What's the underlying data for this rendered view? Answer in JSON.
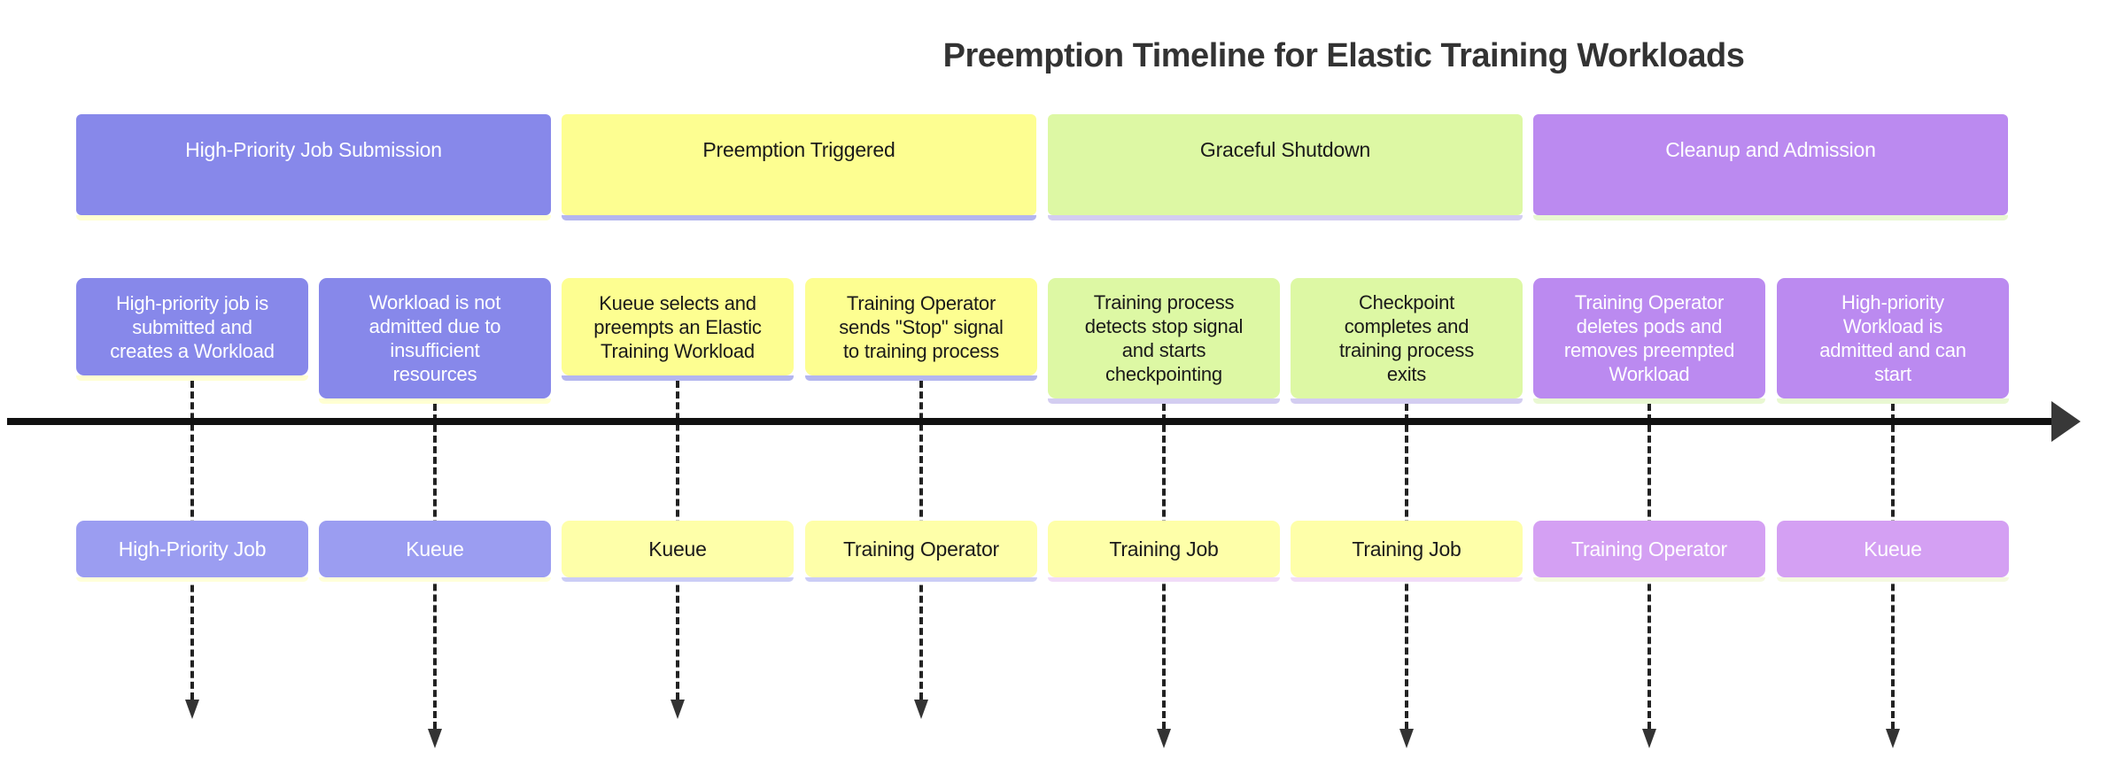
{
  "title": "Preemption Timeline for Elastic Training Workloads",
  "sections": [
    {
      "label": "High-Priority Job Submission",
      "bg": "#8788ea",
      "fg": "#ffffff",
      "strip": "#ffffd2"
    },
    {
      "label": "Preemption Triggered",
      "bg": "#fdfe91",
      "fg": "#1a1a1a",
      "strip": "#b4b6ef"
    },
    {
      "label": "Graceful Shutdown",
      "bg": "#ddf8a4",
      "fg": "#1a1a1a",
      "strip": "#d3cdf1"
    },
    {
      "label": "Cleanup and Admission",
      "bg": "#bb8af0",
      "fg": "#ffffff",
      "strip": "#e9f8d2"
    }
  ],
  "columns": [
    {
      "section": 0,
      "tall": false,
      "event_lines": [
        "High-priority job is",
        "submitted and",
        "creates a Workload"
      ],
      "event_bg": "#8788ea",
      "event_fg": "#ffffff",
      "event_strip": "#ffffd2",
      "period": "High-Priority Job",
      "period_bg": "#9b9df1",
      "period_fg": "#ffffff",
      "period_strip": "#ffffd9"
    },
    {
      "section": 0,
      "tall": true,
      "event_lines": [
        "Workload is not",
        "admitted due to",
        "insufficient",
        "resources"
      ],
      "event_bg": "#8788ea",
      "event_fg": "#ffffff",
      "event_strip": "#ffffd2",
      "period": "Kueue",
      "period_bg": "#9b9df1",
      "period_fg": "#ffffff",
      "period_strip": "#ffffd9"
    },
    {
      "section": 1,
      "tall": false,
      "event_lines": [
        "Kueue selects and",
        "preempts an Elastic",
        "Training Workload"
      ],
      "event_bg": "#fdfe91",
      "event_fg": "#1a1a1a",
      "event_strip": "#b4b6ef",
      "period": "Kueue",
      "period_bg": "#feffa9",
      "period_fg": "#1a1a1a",
      "period_strip": "#cbcdf6"
    },
    {
      "section": 1,
      "tall": false,
      "event_lines": [
        "Training Operator",
        "sends \"Stop\" signal",
        "to training process"
      ],
      "event_bg": "#fdfe91",
      "event_fg": "#1a1a1a",
      "event_strip": "#b4b6ef",
      "period": "Training Operator",
      "period_bg": "#feffa9",
      "period_fg": "#1a1a1a",
      "period_strip": "#cbcdf6"
    },
    {
      "section": 2,
      "tall": true,
      "event_lines": [
        "Training process",
        "detects stop signal",
        "and starts",
        "checkpointing"
      ],
      "event_bg": "#ddf8a4",
      "event_fg": "#1a1a1a",
      "event_strip": "#d3cdf1",
      "period": "Training Job",
      "period_bg": "#feffa9",
      "period_fg": "#1a1a1a",
      "period_strip": "#f1dcf8"
    },
    {
      "section": 2,
      "tall": true,
      "event_lines": [
        "Checkpoint",
        "completes and",
        "training process",
        "exits"
      ],
      "event_bg": "#ddf8a4",
      "event_fg": "#1a1a1a",
      "event_strip": "#d3cdf1",
      "period": "Training Job",
      "period_bg": "#feffa9",
      "period_fg": "#1a1a1a",
      "period_strip": "#f1dcf8"
    },
    {
      "section": 3,
      "tall": true,
      "event_lines": [
        "Training Operator",
        "deletes pods and",
        "removes preempted",
        "Workload"
      ],
      "event_bg": "#bb8af0",
      "event_fg": "#ffffff",
      "event_strip": "#e9f8d2",
      "period": "Training Operator",
      "period_bg": "#d4a0f3",
      "period_fg": "#ffffff",
      "period_strip": "#f5f9e0"
    },
    {
      "section": 3,
      "tall": true,
      "event_lines": [
        "High-priority",
        "Workload is",
        "admitted and can",
        "start"
      ],
      "event_bg": "#bb8af0",
      "event_fg": "#ffffff",
      "event_strip": "#e9f8d2",
      "period": "Kueue",
      "period_bg": "#d4a0f3",
      "period_fg": "#ffffff",
      "period_strip": "#f5f9e0"
    }
  ],
  "axis": {
    "line_color": "#111111",
    "head_color": "#383838",
    "connector_color": "#222222"
  }
}
